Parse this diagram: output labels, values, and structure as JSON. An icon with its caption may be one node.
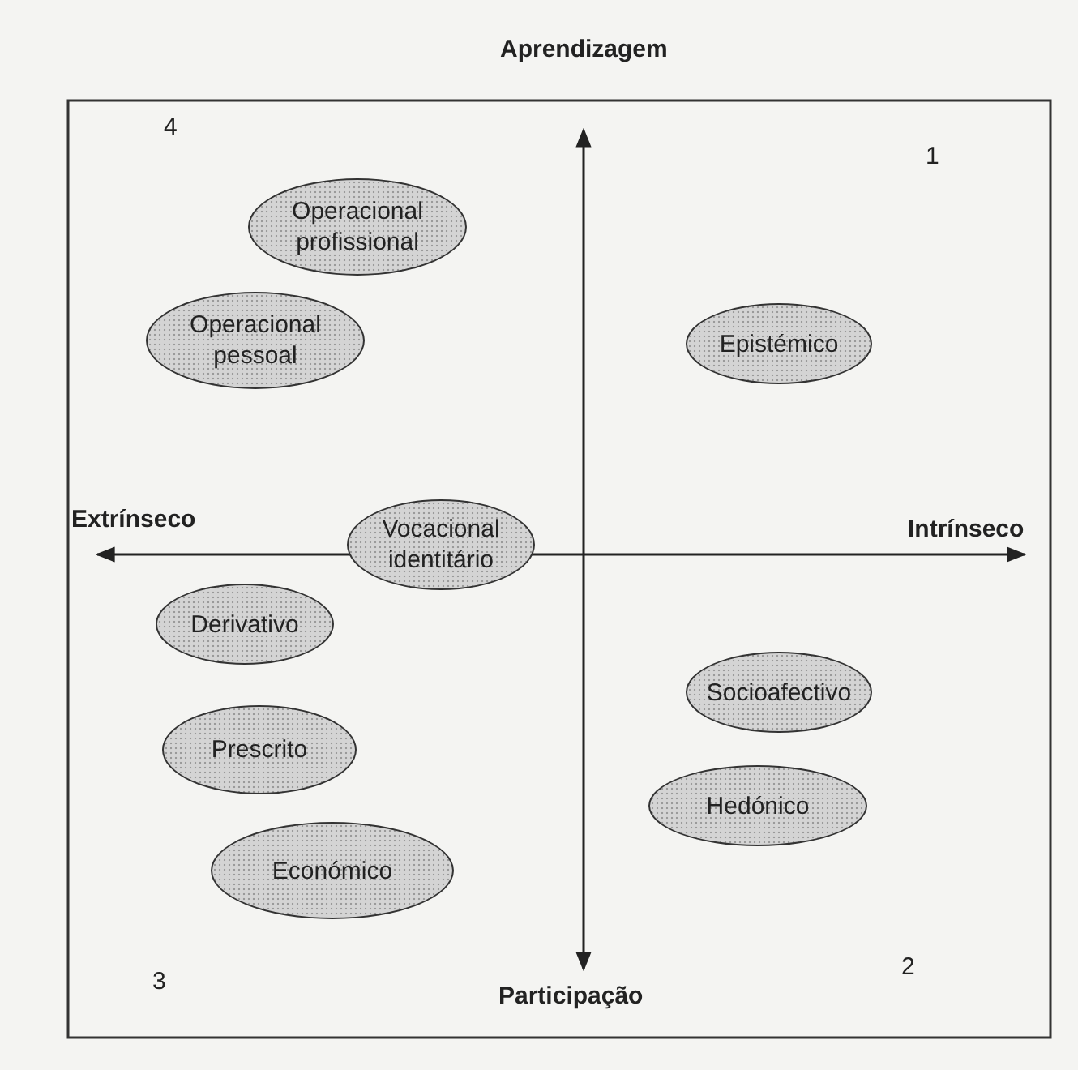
{
  "diagram": {
    "nodes": [
      {
        "text": [
          "Operacional profissional"
        ]
      },
      {
        "text": [
          "Operacional pessoal"
        ]
      },
      {
        "text": [
          "Epistémico"
        ]
      },
      {
        "text": [
          "Vocacional identitário"
        ]
      },
      {
        "text": [
          "Derivativo"
        ]
      },
      {
        "text": [
          "Socioafectivo"
        ]
      },
      {
        "text": [
          "Prescrito"
        ]
      },
      {
        "text": [
          "Hedónico"
        ]
      },
      {
        "text": [
          "Económico"
        ]
      }
    ],
    "labels": [
      "Aprendizagem",
      "4",
      "1",
      "Extrínseco",
      "Intrínseco",
      "3",
      "2",
      "Participação"
    ]
  }
}
